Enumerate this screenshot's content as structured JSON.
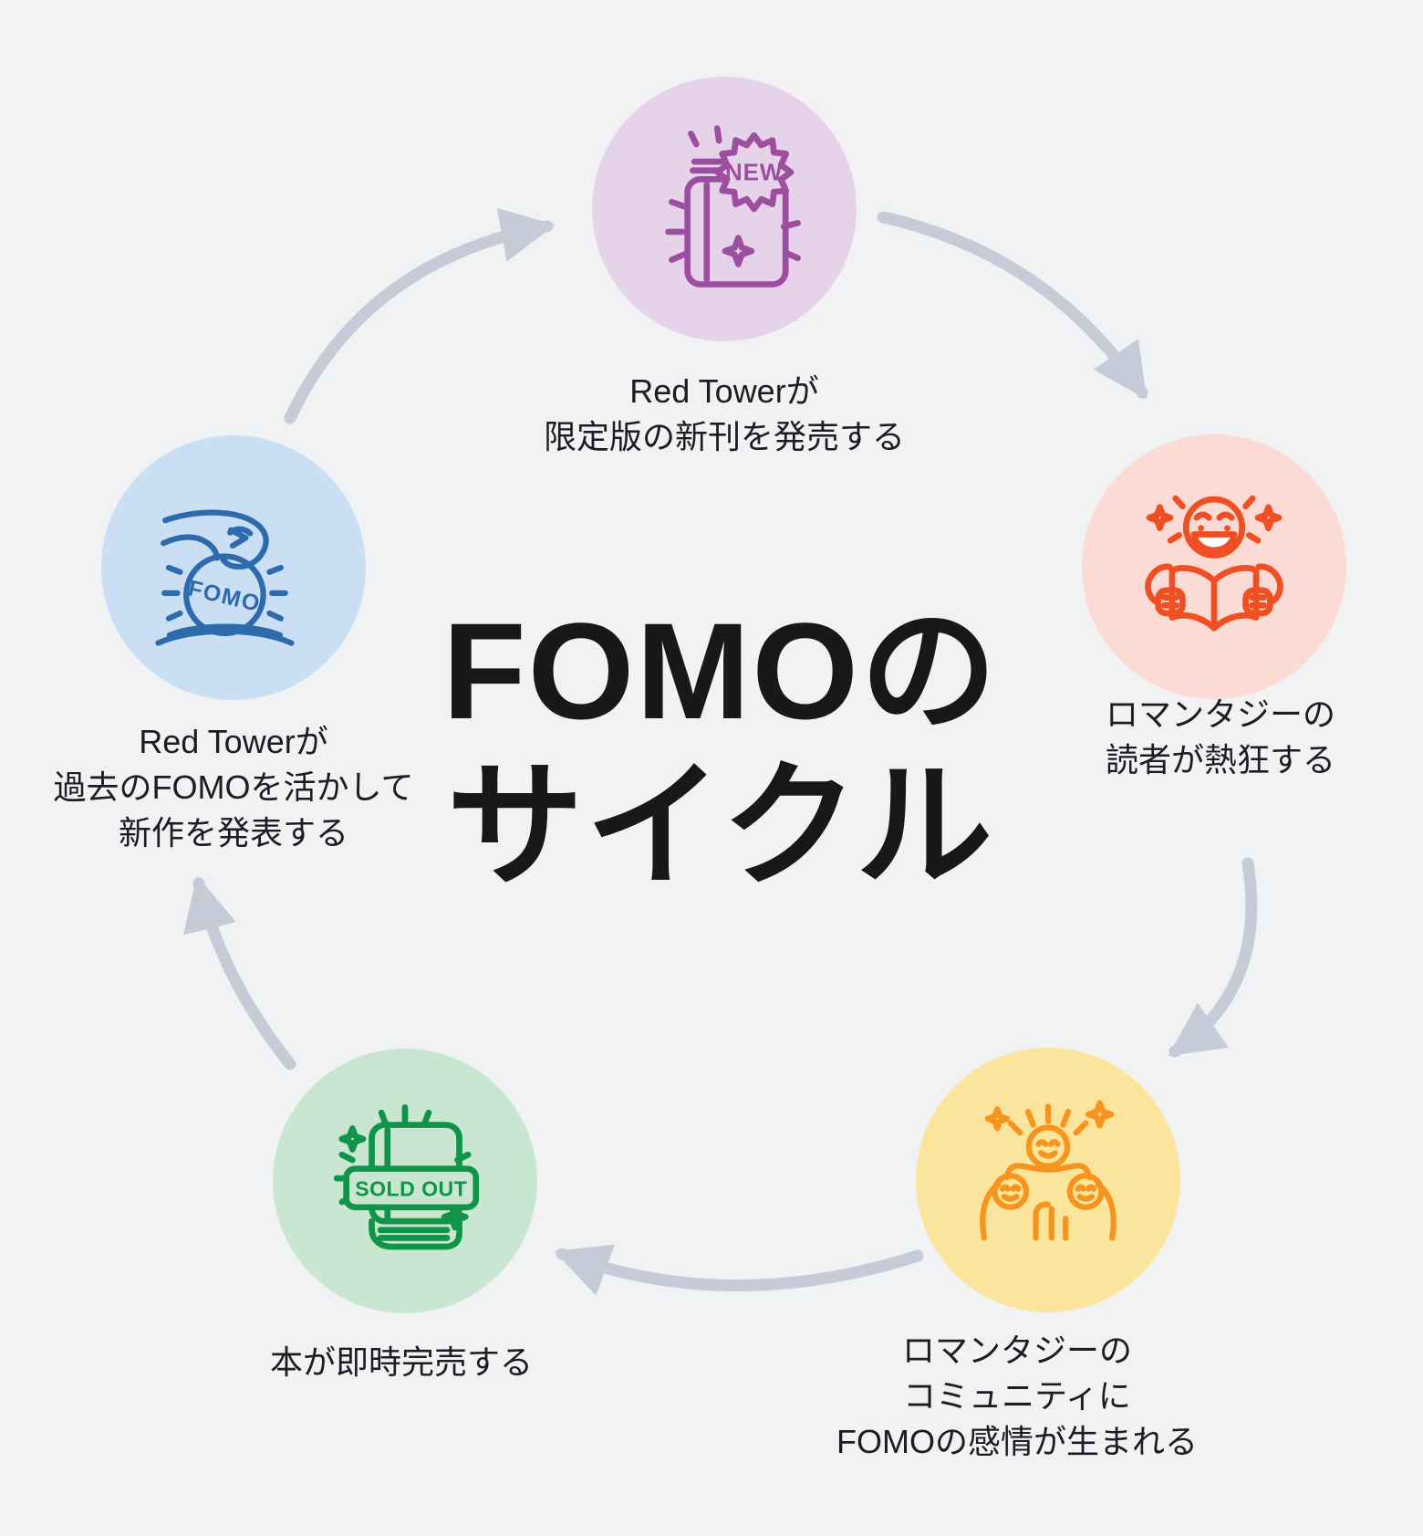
{
  "title": {
    "line1": "FOMOの",
    "line2": "サイクル"
  },
  "colors": {
    "background": "#f1f2f4",
    "arrow": "#c6ccd7",
    "text": "#1b1d21"
  },
  "nodes": [
    {
      "id": "new-release",
      "icon": "new-book-icon",
      "circle_color": "#e6d3e9",
      "icon_color": "#9c4f9f",
      "badge_text": "NEW",
      "label_lines": [
        "Red Towerが",
        "限定版の新刊を発売する"
      ]
    },
    {
      "id": "readers-excited",
      "icon": "excited-reader-icon",
      "circle_color": "#fcdbd5",
      "icon_color": "#f04f24",
      "label_lines": [
        "ロマンタジーの",
        "読者が熱狂する"
      ]
    },
    {
      "id": "community-fomo",
      "icon": "celebrating-community-icon",
      "circle_color": "#fbe59d",
      "icon_color": "#f7941e",
      "label_lines": [
        "ロマンタジーの",
        "コミュニティに",
        "FOMOの感情が生まれる"
      ]
    },
    {
      "id": "sold-out",
      "icon": "sold-out-book-icon",
      "circle_color": "#c9e7d0",
      "icon_color": "#10944a",
      "badge_text": "SOLD OUT",
      "label_lines": [
        "本が即時完売する"
      ]
    },
    {
      "id": "leverage-fomo",
      "icon": "fomo-ball-icon",
      "circle_color": "#cadef4",
      "icon_color": "#2d6bad",
      "ball_text": "FOMO",
      "label_lines": [
        "Red Towerが",
        "過去のFOMOを活かして",
        "新作を発表する"
      ]
    }
  ]
}
